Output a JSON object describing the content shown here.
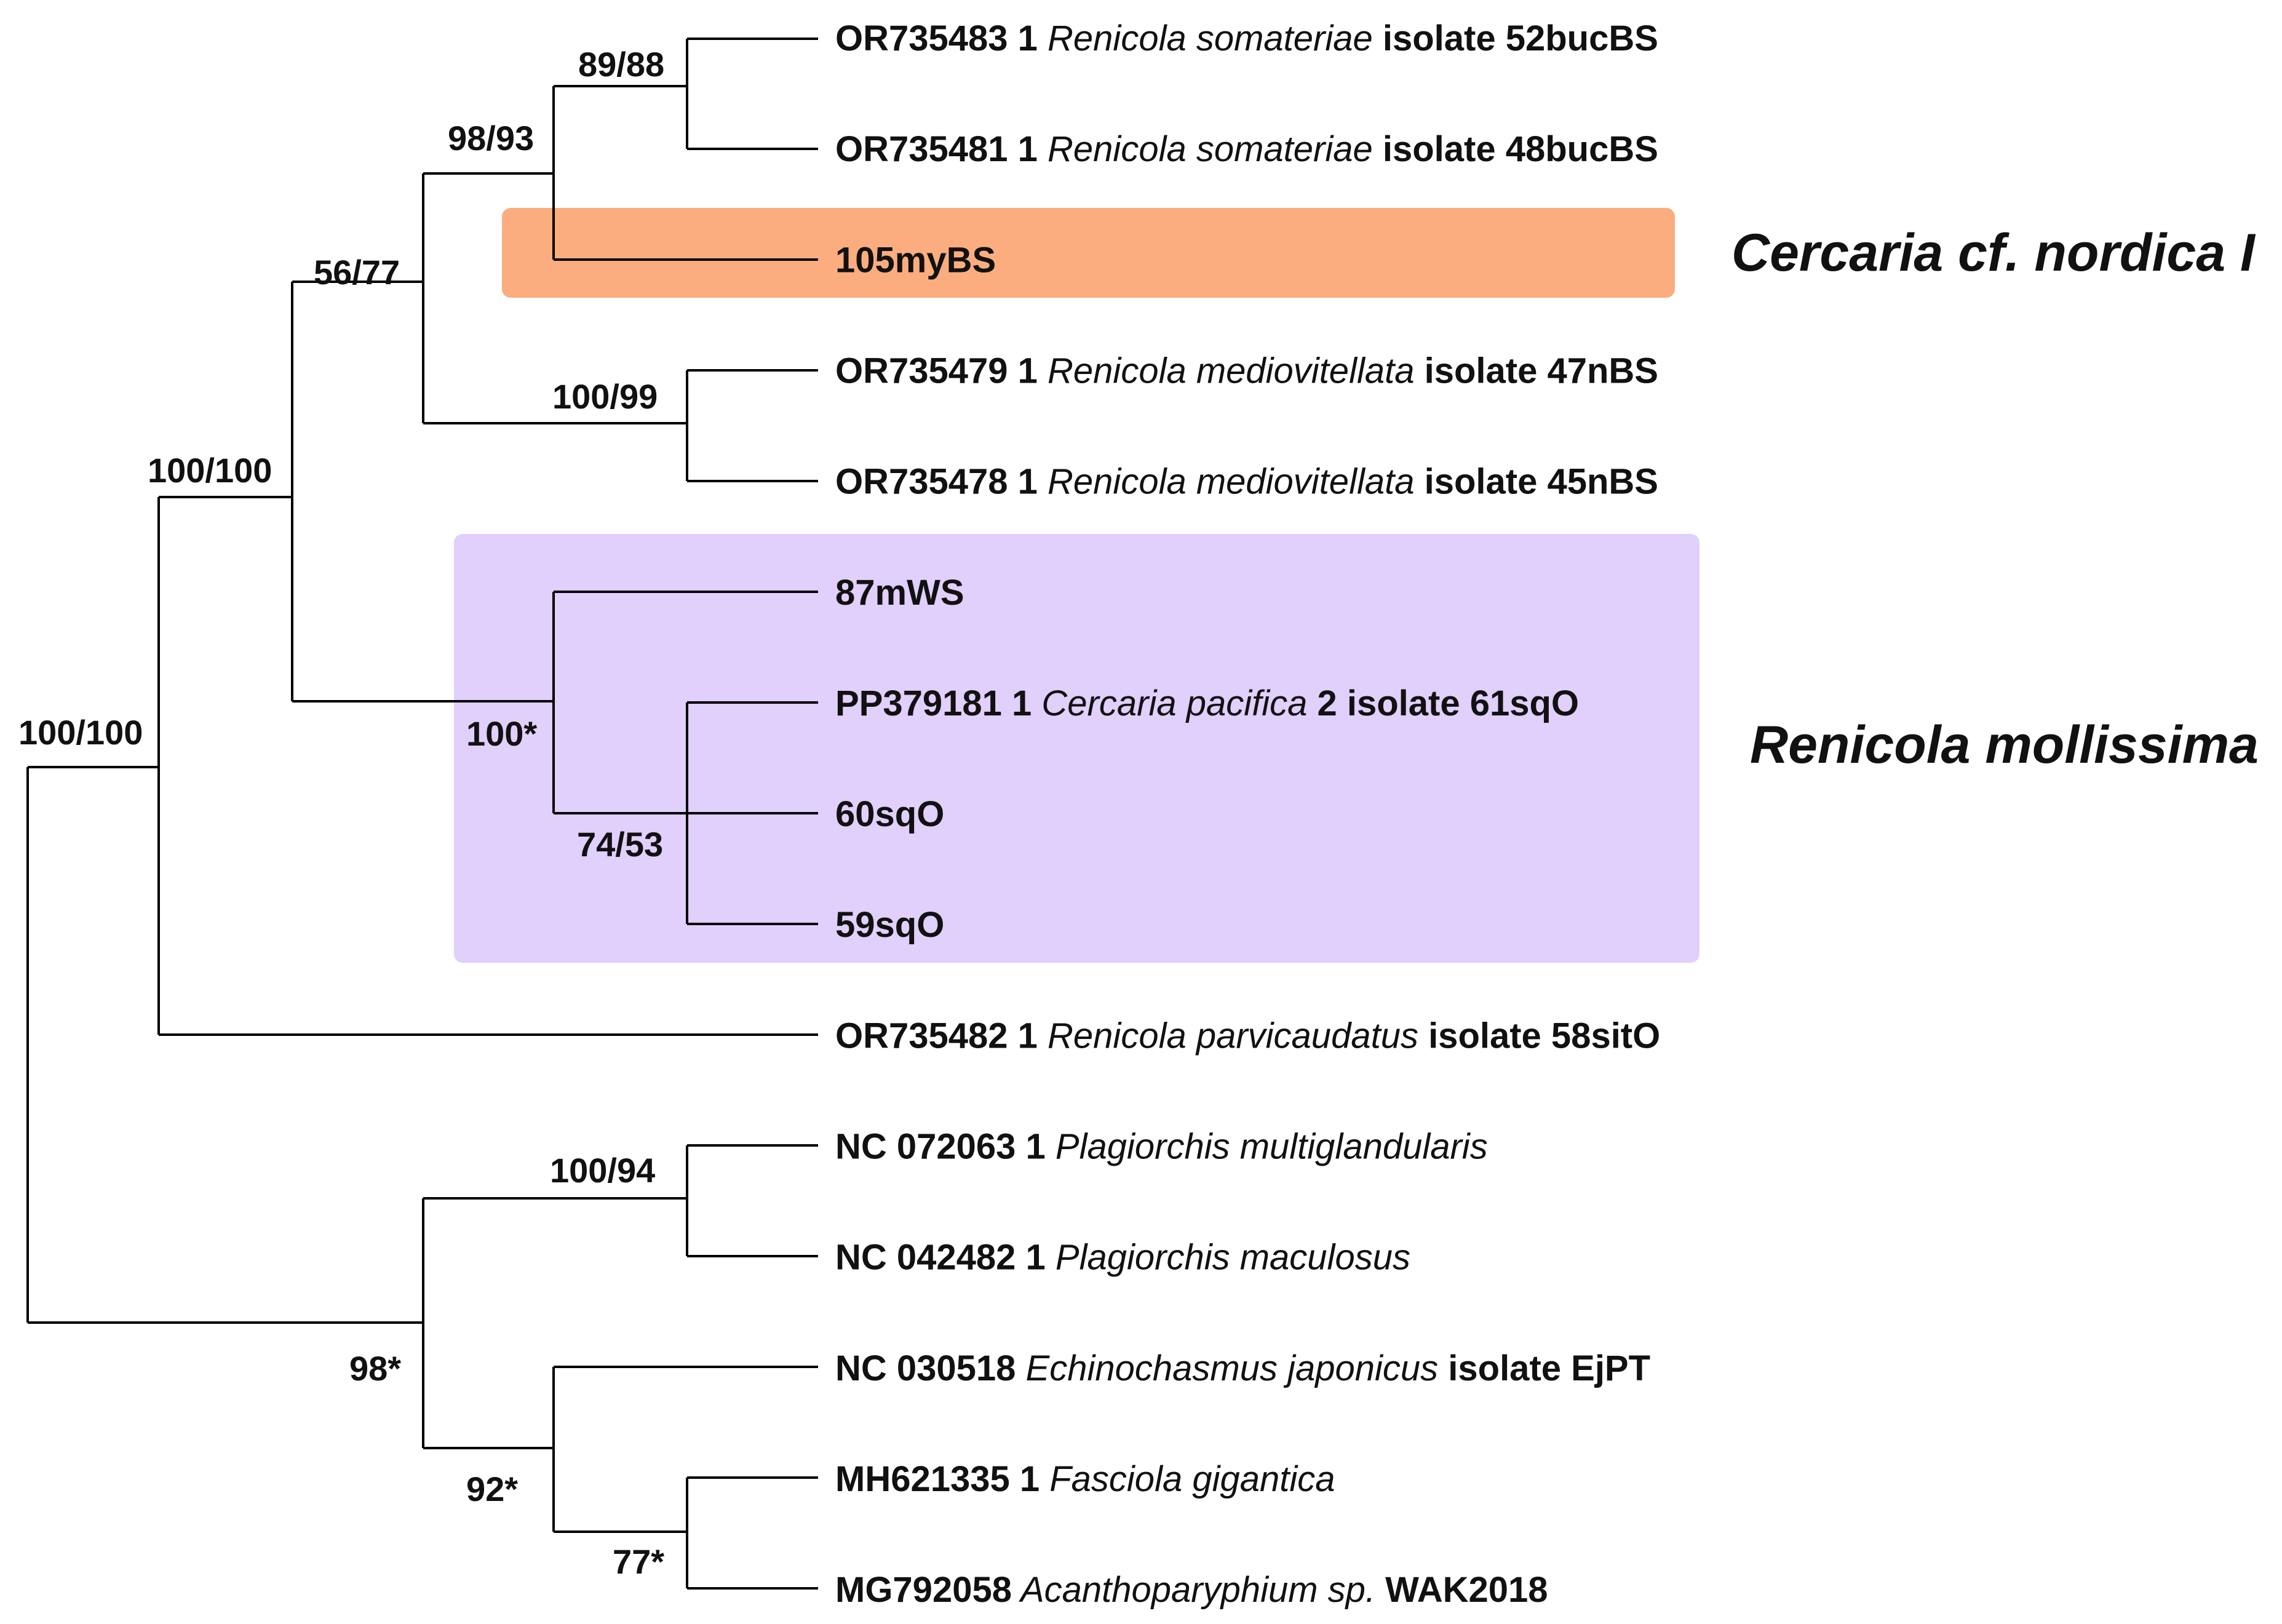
{
  "colors": {
    "nordica_box": "#fbad7f",
    "mollissima_box": "#e1cffc",
    "branch": "#000000",
    "text": "#111111"
  },
  "clades": {
    "nordica": {
      "label": "Cercaria cf. nordica I"
    },
    "mollissima": {
      "label": "Renicola mollissima"
    }
  },
  "tips": [
    {
      "acc": "OR735483 1",
      "species": "Renicola somateriae",
      "suffix": "isolate 52bucBS"
    },
    {
      "acc": "OR735481 1",
      "species": "Renicola somateriae",
      "suffix": "isolate 48bucBS"
    },
    {
      "acc": "105myBS",
      "species": "",
      "suffix": ""
    },
    {
      "acc": "OR735479 1",
      "species": "Renicola mediovitellata",
      "suffix": "isolate 47nBS"
    },
    {
      "acc": "OR735478 1",
      "species": "Renicola mediovitellata",
      "suffix": "isolate 45nBS"
    },
    {
      "acc": "87mWS",
      "species": "",
      "suffix": ""
    },
    {
      "acc": "PP379181 1",
      "species": "Cercaria pacifica",
      "suffix": "2 isolate 61sqO"
    },
    {
      "acc": "60sqO",
      "species": "",
      "suffix": ""
    },
    {
      "acc": "59sqO",
      "species": "",
      "suffix": ""
    },
    {
      "acc": "OR735482 1",
      "species": "Renicola parvicaudatus",
      "suffix": "isolate 58sitO"
    },
    {
      "acc": "NC 072063 1",
      "species": "Plagiorchis multiglandularis",
      "suffix": ""
    },
    {
      "acc": "NC 042482 1",
      "species": "Plagiorchis maculosus",
      "suffix": ""
    },
    {
      "acc": "NC 030518",
      "species": "Echinochasmus japonicus",
      "suffix": "isolate EjPT"
    },
    {
      "acc": "MH621335 1",
      "species": "Fasciola gigantica",
      "suffix": ""
    },
    {
      "acc": "MG792058",
      "species": "Acanthoparyphium sp.",
      "suffix": "WAK2018"
    }
  ],
  "supports": {
    "s1": "89/88",
    "s2": "98/93",
    "s3": "56/77",
    "s4": "100/99",
    "s5": "100/100",
    "s6": "100*",
    "s7": "74/53",
    "s8": "100/100",
    "s9": "100/94",
    "s10": "98*",
    "s11": "92*",
    "s12": "77*"
  }
}
